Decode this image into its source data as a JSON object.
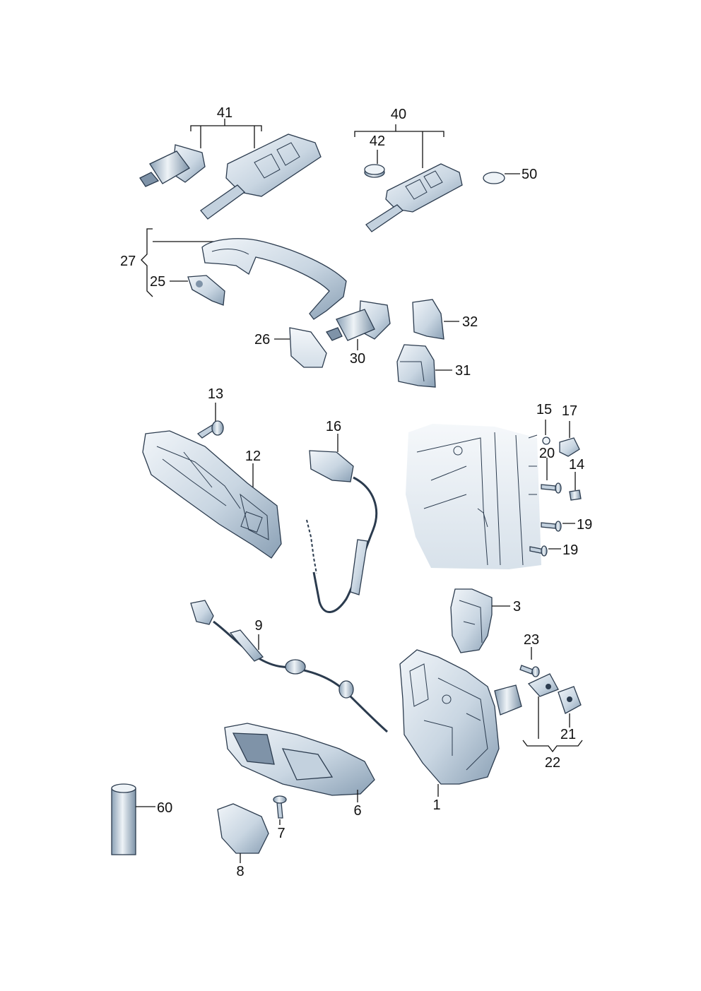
{
  "labels": {
    "p41": "41",
    "p40": "40",
    "p42": "42",
    "p50": "50",
    "p27": "27",
    "p25": "25",
    "p26": "26",
    "p30": "30",
    "p32": "32",
    "p31": "31",
    "p13": "13",
    "p12": "12",
    "p16": "16",
    "p15": "15",
    "p17": "17",
    "p20": "20",
    "p14": "14",
    "p19a": "19",
    "p19b": "19",
    "p3": "3",
    "p9": "9",
    "p23": "23",
    "p21": "21",
    "p22": "22",
    "p1": "1",
    "p6": "6",
    "p7": "7",
    "p8": "8",
    "p60": "60"
  },
  "colors": {
    "part_light": "#e6eef5",
    "part_mid": "#c3d1de",
    "part_dark": "#7f93a8",
    "stroke": "#2b3b4e",
    "leader": "#111111"
  }
}
